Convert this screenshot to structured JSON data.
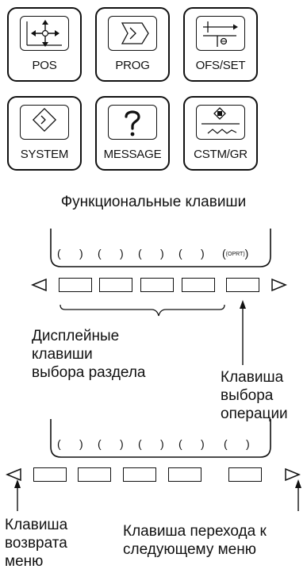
{
  "function_keys": {
    "pos": "POS",
    "prog": "PROG",
    "ofs_set": "OFS/SET",
    "system": "SYSTEM",
    "message": "MESSAGE",
    "cstm_gr": "CSTM/GR"
  },
  "function_keys_caption": "Функциональные клавиши",
  "screen1": {
    "operation_slot_label": "(OPRT)"
  },
  "captions": {
    "display_keys_line1": "Дисплейные",
    "display_keys_line2": "клавиши",
    "display_keys_line3": "выбора раздела",
    "operation_key_line1": "Клавиша",
    "operation_key_line2": "выбора",
    "operation_key_line3": "операции",
    "return_key_line1": "Клавиша",
    "return_key_line2": "возврата",
    "return_key_line3": "меню",
    "next_key_line1": "Клавиша перехода к",
    "next_key_line2": "следующему меню"
  },
  "colors": {
    "line": "#111111",
    "background": "#ffffff"
  }
}
